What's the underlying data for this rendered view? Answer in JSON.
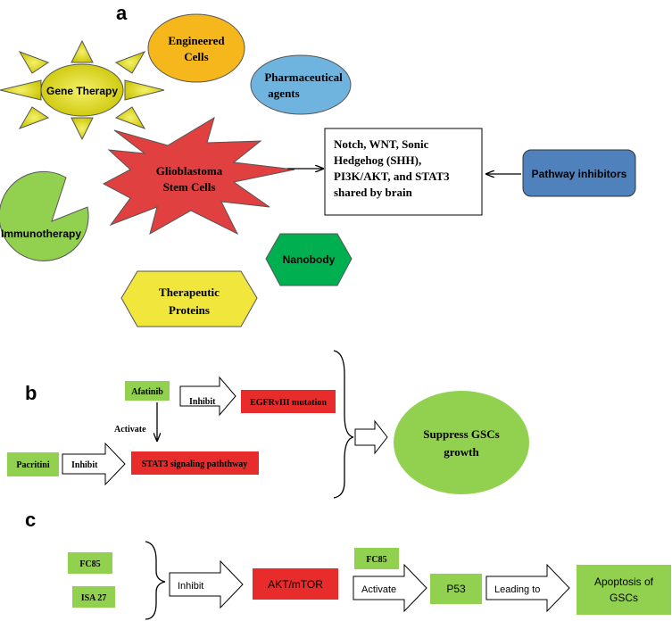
{
  "panel_a": {
    "label": "a",
    "gene_therapy": "Gene Therapy",
    "engineered_cells": [
      "Engineered",
      "Cells"
    ],
    "pharmaceutical_agents": [
      "Pharmaceutical",
      "agents"
    ],
    "glioblastoma": [
      "Glioblastoma",
      "Stem Cells"
    ],
    "pathways": [
      "Notch, WNT, Sonic",
      "Hedgehog (SHH),",
      "PI3K/AKT, and STAT3",
      "shared by brain"
    ],
    "pathway_inhibitors": "Pathway inhibitors",
    "immunotherapy": "Immunotherapy",
    "nanobody": "Nanobody",
    "therapeutic_proteins": [
      "Therapeutic",
      "Proteins"
    ]
  },
  "panel_b": {
    "label": "b",
    "afatinib": "Afatinib",
    "inhibit_1": "Inhibit",
    "egfr": "EGFRvIII mutation",
    "activate": "Activate",
    "pacritini": "Pacritini",
    "inhibit_2": "Inhibit",
    "stat3": "STAT3 signaling paththway",
    "suppress": [
      "Suppress GSCs",
      "growth"
    ]
  },
  "panel_c": {
    "label": "c",
    "fc85_left": "FC85",
    "isa27": "ISA 27",
    "inhibit": "Inhibit",
    "akt": "AKT/mTOR",
    "fc85_right": "FC85",
    "activate": "Activate",
    "p53": "P53",
    "leading_to": "Leading to",
    "apoptosis": [
      "Apoptosis of",
      "GSCs"
    ]
  },
  "colors": {
    "green": "#92d050",
    "dark_green": "#00b050",
    "red": "#e82c2c",
    "yellow": "#f0e63c",
    "orange": "#f6b71c",
    "light_blue": "#6fb3df",
    "blue": "#4f81bd"
  }
}
